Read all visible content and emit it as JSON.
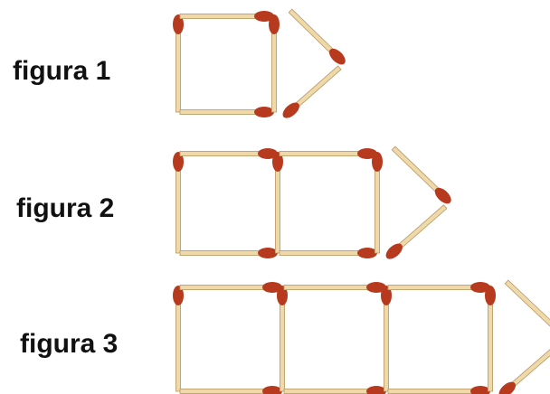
{
  "figures": [
    {
      "label": "figura 1",
      "squares": 1
    },
    {
      "label": "figura 2",
      "squares": 2
    },
    {
      "label": "figura 3",
      "squares": 3
    }
  ],
  "colors": {
    "stick": "#efd9ab",
    "stick_edge": "#b89a63",
    "head": "#b73a1f",
    "background": "#ffffff"
  }
}
